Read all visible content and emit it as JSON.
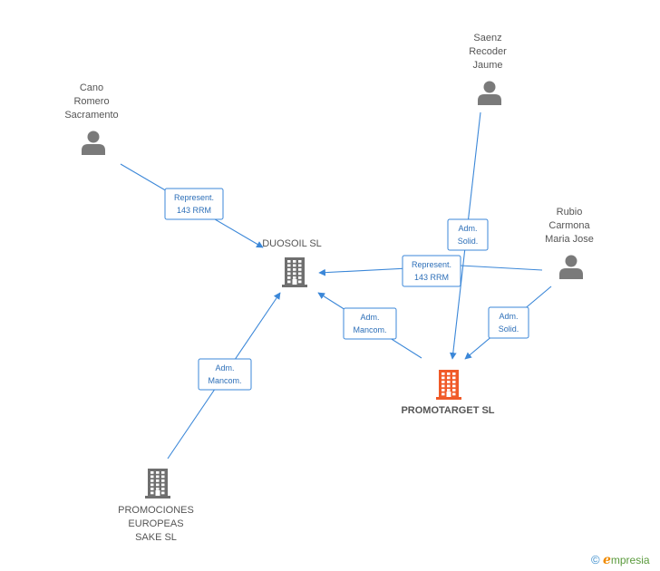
{
  "nodes": {
    "cano": {
      "label": [
        "Cano",
        "Romero",
        "Sacramento"
      ],
      "kind": "person"
    },
    "saenz": {
      "label": [
        "Saenz",
        "Recoder",
        "Jaume"
      ],
      "kind": "person"
    },
    "rubio": {
      "label": [
        "Rubio",
        "Carmona",
        "Maria Jose"
      ],
      "kind": "person"
    },
    "duosoil": {
      "label": [
        "DUOSOIL SL"
      ],
      "kind": "company"
    },
    "promotarget": {
      "label": [
        "PROMOTARGET SL"
      ],
      "kind": "company-focus"
    },
    "promociones": {
      "label": [
        "PROMOCIONES",
        "EUROPEAS",
        "SAKE SL"
      ],
      "kind": "company"
    }
  },
  "edges": [
    {
      "from": "cano",
      "to": "duosoil",
      "label": [
        "Represent.",
        "143 RRM"
      ]
    },
    {
      "from": "rubio",
      "to": "duosoil",
      "label": [
        "Represent.",
        "143 RRM"
      ]
    },
    {
      "from": "saenz",
      "to": "promotarget",
      "label": [
        "Adm.",
        "Solid."
      ]
    },
    {
      "from": "rubio",
      "to": "promotarget",
      "label": [
        "Adm.",
        "Solid."
      ]
    },
    {
      "from": "promotarget",
      "to": "duosoil",
      "label": [
        "Adm.",
        "Mancom."
      ]
    },
    {
      "from": "promociones",
      "to": "duosoil",
      "label": [
        "Adm.",
        "Mancom."
      ]
    }
  ],
  "colors": {
    "edge": "#3b87d8",
    "person": "#7a7a7a",
    "company": "#6f6f6f",
    "focus": "#f05a28"
  },
  "brand": {
    "copyright": "©",
    "initial": "e",
    "name": "mpresia"
  }
}
